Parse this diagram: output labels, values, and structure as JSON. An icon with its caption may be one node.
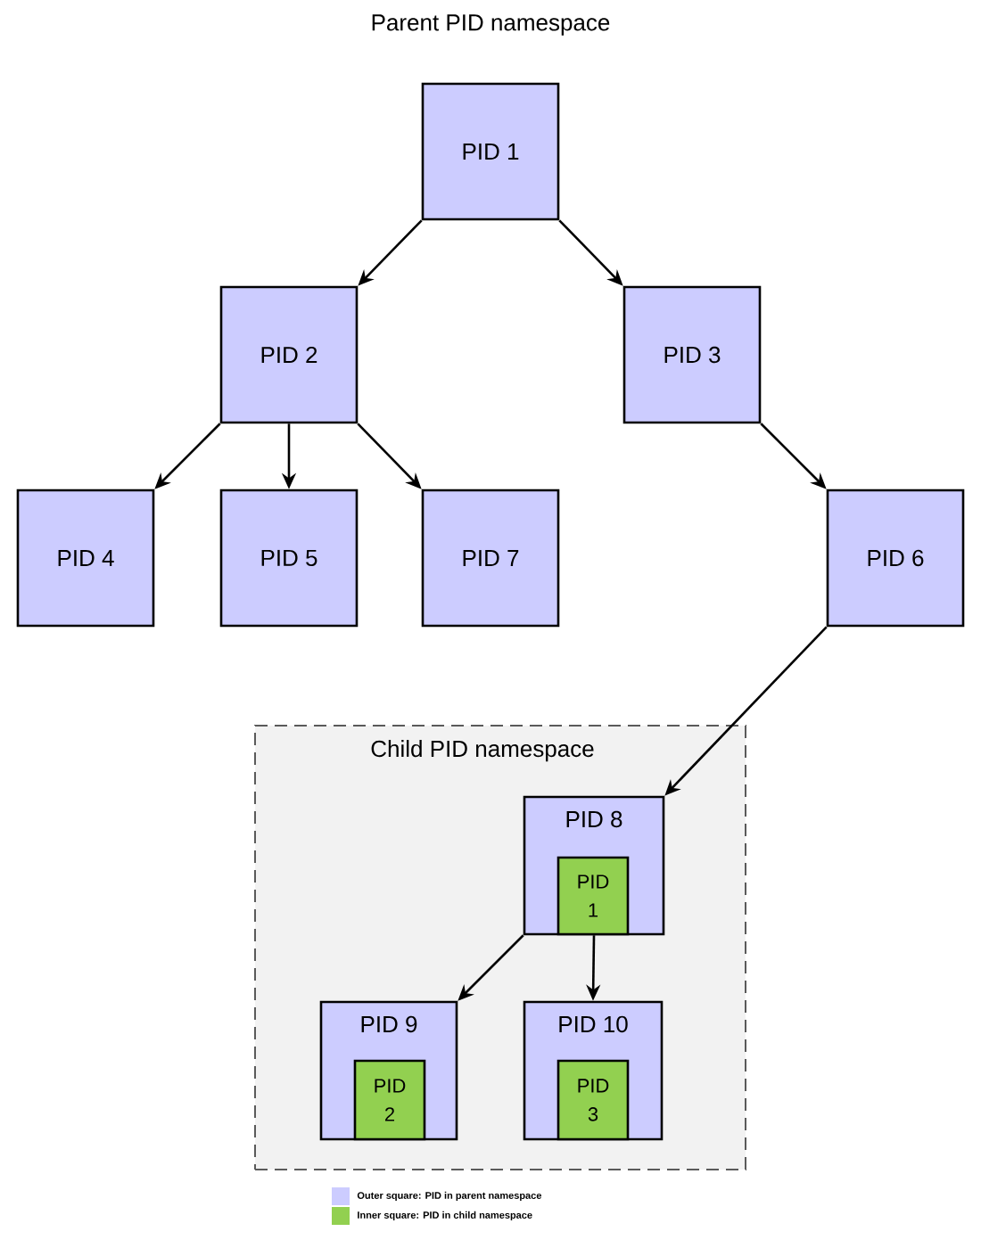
{
  "diagram": {
    "title": "Parent PID namespace",
    "nodes": [
      {
        "text": [
          "PID 1"
        ]
      },
      {
        "text": [
          "PID 2"
        ]
      },
      {
        "text": [
          "PID 3"
        ]
      },
      {
        "text": [
          "PID 4"
        ]
      },
      {
        "text": [
          "PID 5"
        ]
      },
      {
        "text": [
          "PID 7"
        ]
      },
      {
        "text": [
          "PID 6"
        ]
      },
      {
        "text": [
          "Child PID namespace"
        ]
      },
      {
        "text": [
          "PID 8"
        ],
        "in": 7
      },
      {
        "text": [
          "PID 1"
        ],
        "in": 8
      },
      {
        "text": [
          "PID 9"
        ],
        "in": 7
      },
      {
        "text": [
          "PID 2"
        ],
        "in": 10
      },
      {
        "text": [
          "PID 10"
        ],
        "in": 7
      },
      {
        "text": [
          "PID 3"
        ],
        "in": 12
      }
    ],
    "edges": [
      {
        "from": 0,
        "to": 1,
        "arrow": "to"
      },
      {
        "from": 0,
        "to": 2,
        "arrow": "to"
      },
      {
        "from": 1,
        "to": 3,
        "arrow": "to"
      },
      {
        "from": 1,
        "to": 4,
        "arrow": "to"
      },
      {
        "from": 1,
        "to": 5,
        "arrow": "to"
      },
      {
        "from": 2,
        "to": 6,
        "arrow": "to"
      },
      {
        "from": 6,
        "to": 8,
        "arrow": "to"
      },
      {
        "from": 8,
        "to": 10,
        "arrow": "to"
      },
      {
        "from": 8,
        "to": 12,
        "arrow": "to"
      }
    ],
    "legend": [
      {
        "text": "Outer square: PID in parent namespace",
        "color": "#ccccff"
      },
      {
        "text": "Inner square: PID in child namespace",
        "color": "#92d050"
      }
    ]
  }
}
